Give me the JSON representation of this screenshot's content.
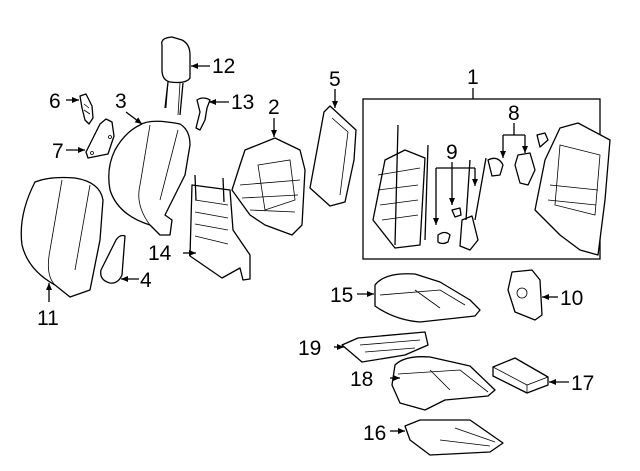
{
  "diagram": {
    "title": "Front seat components exploded view",
    "callouts": [
      {
        "id": "1",
        "part": "seat-back-frame-assembly"
      },
      {
        "id": "2",
        "part": "seat-back-frame"
      },
      {
        "id": "3",
        "part": "seat-back-cushion"
      },
      {
        "id": "4",
        "part": "side-trim-panel"
      },
      {
        "id": "5",
        "part": "rear-back-panel"
      },
      {
        "id": "6",
        "part": "small-bracket"
      },
      {
        "id": "7",
        "part": "mounting-plate"
      },
      {
        "id": "8",
        "part": "actuator-and-bulb"
      },
      {
        "id": "9",
        "part": "motor-screw-and-cap"
      },
      {
        "id": "10",
        "part": "control-module"
      },
      {
        "id": "11",
        "part": "seat-back-cover"
      },
      {
        "id": "12",
        "part": "headrest"
      },
      {
        "id": "13",
        "part": "headrest-guide"
      },
      {
        "id": "14",
        "part": "lumbar-support"
      },
      {
        "id": "15",
        "part": "seat-cushion-cover"
      },
      {
        "id": "16",
        "part": "seat-cushion-pan"
      },
      {
        "id": "17",
        "part": "heater-pad"
      },
      {
        "id": "18",
        "part": "seat-cushion-pad"
      },
      {
        "id": "19",
        "part": "cushion-heater-mat"
      }
    ]
  }
}
